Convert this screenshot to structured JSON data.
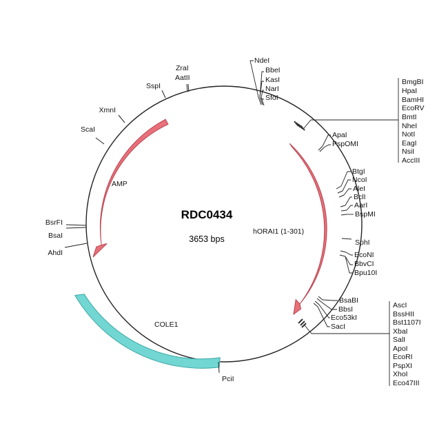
{
  "plasmid": {
    "name": "RDC0434",
    "size_label": "3653 bps"
  },
  "colors": {
    "backbone": "#222222",
    "arrow_fill": "#e8707a",
    "arrow_stroke": "#b84450",
    "cole1_fill": "#72d6d2",
    "cole1_stroke": "#3aa8a4",
    "cluster_mark": "#333333"
  },
  "features": {
    "amp": {
      "label": "AMP"
    },
    "horai1": {
      "label": "hORAI1 (1-301)"
    },
    "cole1": {
      "label": "COLE1"
    }
  },
  "sites": {
    "ndei_group": [
      "NdeI",
      "BbeI",
      "KasI",
      "NarI",
      "SfoI"
    ],
    "top_right_cluster": [
      "BmgBI",
      "HpaI",
      "BamHI",
      "EcoRV",
      "BmtI",
      "NheI",
      "NotI",
      "EagI",
      "NsiI",
      "AccIII"
    ],
    "apai_group": [
      "ApaI",
      "PspOMI"
    ],
    "btgi_group": [
      "BtgI",
      "NcoI",
      "AleI",
      "BclI",
      "AarI",
      "BspMI"
    ],
    "sphi": [
      "SphI"
    ],
    "econi_group": [
      "EcoNI",
      "BbvCI",
      "Bpu10I"
    ],
    "bsabi_group": [
      "BsaBI",
      "BbsI",
      "Eco53kI",
      "SacI"
    ],
    "bottom_right_cluster": [
      "AscI",
      "BssHII",
      "Bst1107I",
      "XbaI",
      "SalI",
      "ApoI",
      "EcoRI",
      "PspXI",
      "XhoI",
      "Eco47III"
    ],
    "pcii": [
      "PciI"
    ],
    "ahdi": [
      "AhdI"
    ],
    "bsai": [
      "BsaI"
    ],
    "bsrfi": [
      "BsrFI"
    ],
    "scai": [
      "ScaI"
    ],
    "xmni": [
      "XmnI"
    ],
    "sspi": [
      "SspI"
    ],
    "zrai_group": [
      "ZraI",
      "AatII"
    ]
  }
}
